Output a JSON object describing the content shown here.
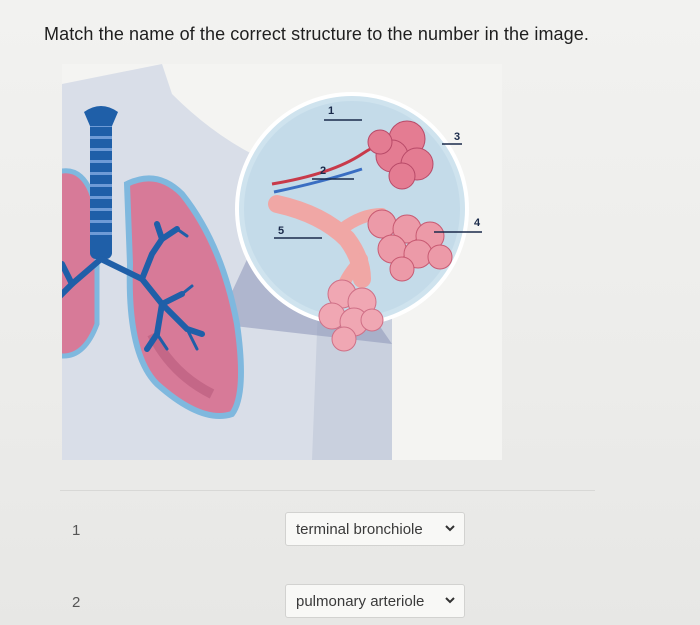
{
  "question": {
    "text": "Match the name of the correct structure to the number in the image."
  },
  "figure": {
    "labels": [
      "1",
      "2",
      "3",
      "4",
      "5"
    ]
  },
  "rows": [
    {
      "number": "1",
      "selected": "terminal bronchiole"
    },
    {
      "number": "2",
      "selected": "pulmonary arteriole"
    }
  ],
  "icons": {
    "select": "chevron-down-icon"
  },
  "colors": {
    "lung": "#d77a98",
    "bronchi": "#1f5fa8",
    "alveoli": "#e47c92",
    "magnifier": "#cfe3ee"
  }
}
